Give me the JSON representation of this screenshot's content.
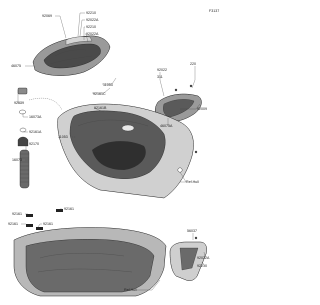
{
  "diagram": {
    "figure_code": "F3137",
    "callouts": [
      {
        "id": "c1",
        "text": "92069"
      },
      {
        "id": "c2",
        "text": "92210"
      },
      {
        "id": "c3",
        "text": "92022A"
      },
      {
        "id": "c4",
        "text": "92210"
      },
      {
        "id": "c5",
        "text": "92022A"
      },
      {
        "id": "c6",
        "text": "46075"
      },
      {
        "id": "c7",
        "text": "11053"
      },
      {
        "id": "c8",
        "text": "92161C"
      },
      {
        "id": "c9",
        "text": "92161B"
      },
      {
        "id": "c10",
        "text": "92039"
      },
      {
        "id": "c11",
        "text": "16073A"
      },
      {
        "id": "c12",
        "text": "92161A"
      },
      {
        "id": "c13",
        "text": "92170"
      },
      {
        "id": "c14",
        "text": "16073"
      },
      {
        "id": "c15",
        "text": "11053"
      },
      {
        "id": "c16",
        "text": "92022"
      },
      {
        "id": "c17",
        "text": "311"
      },
      {
        "id": "c18",
        "text": "220"
      },
      {
        "id": "c19",
        "text": "92009"
      },
      {
        "id": "c20",
        "text": "46075A"
      },
      {
        "id": "c21",
        "text": "Ref.Hull"
      },
      {
        "id": "c22",
        "text": "92161"
      },
      {
        "id": "c23",
        "text": "92161"
      },
      {
        "id": "c24",
        "text": "92161"
      },
      {
        "id": "c25",
        "text": "92161"
      },
      {
        "id": "c26",
        "text": "56037"
      },
      {
        "id": "c27",
        "text": "92022A"
      },
      {
        "id": "c28",
        "text": "92210"
      },
      {
        "id": "c29",
        "text": "Ref.Hull"
      }
    ],
    "colors": {
      "background": "#ffffff",
      "line": "#222222",
      "shade_dark": "#5a5a5a",
      "shade_mid": "#9a9a9a",
      "shade_light": "#d6d6d6"
    }
  }
}
